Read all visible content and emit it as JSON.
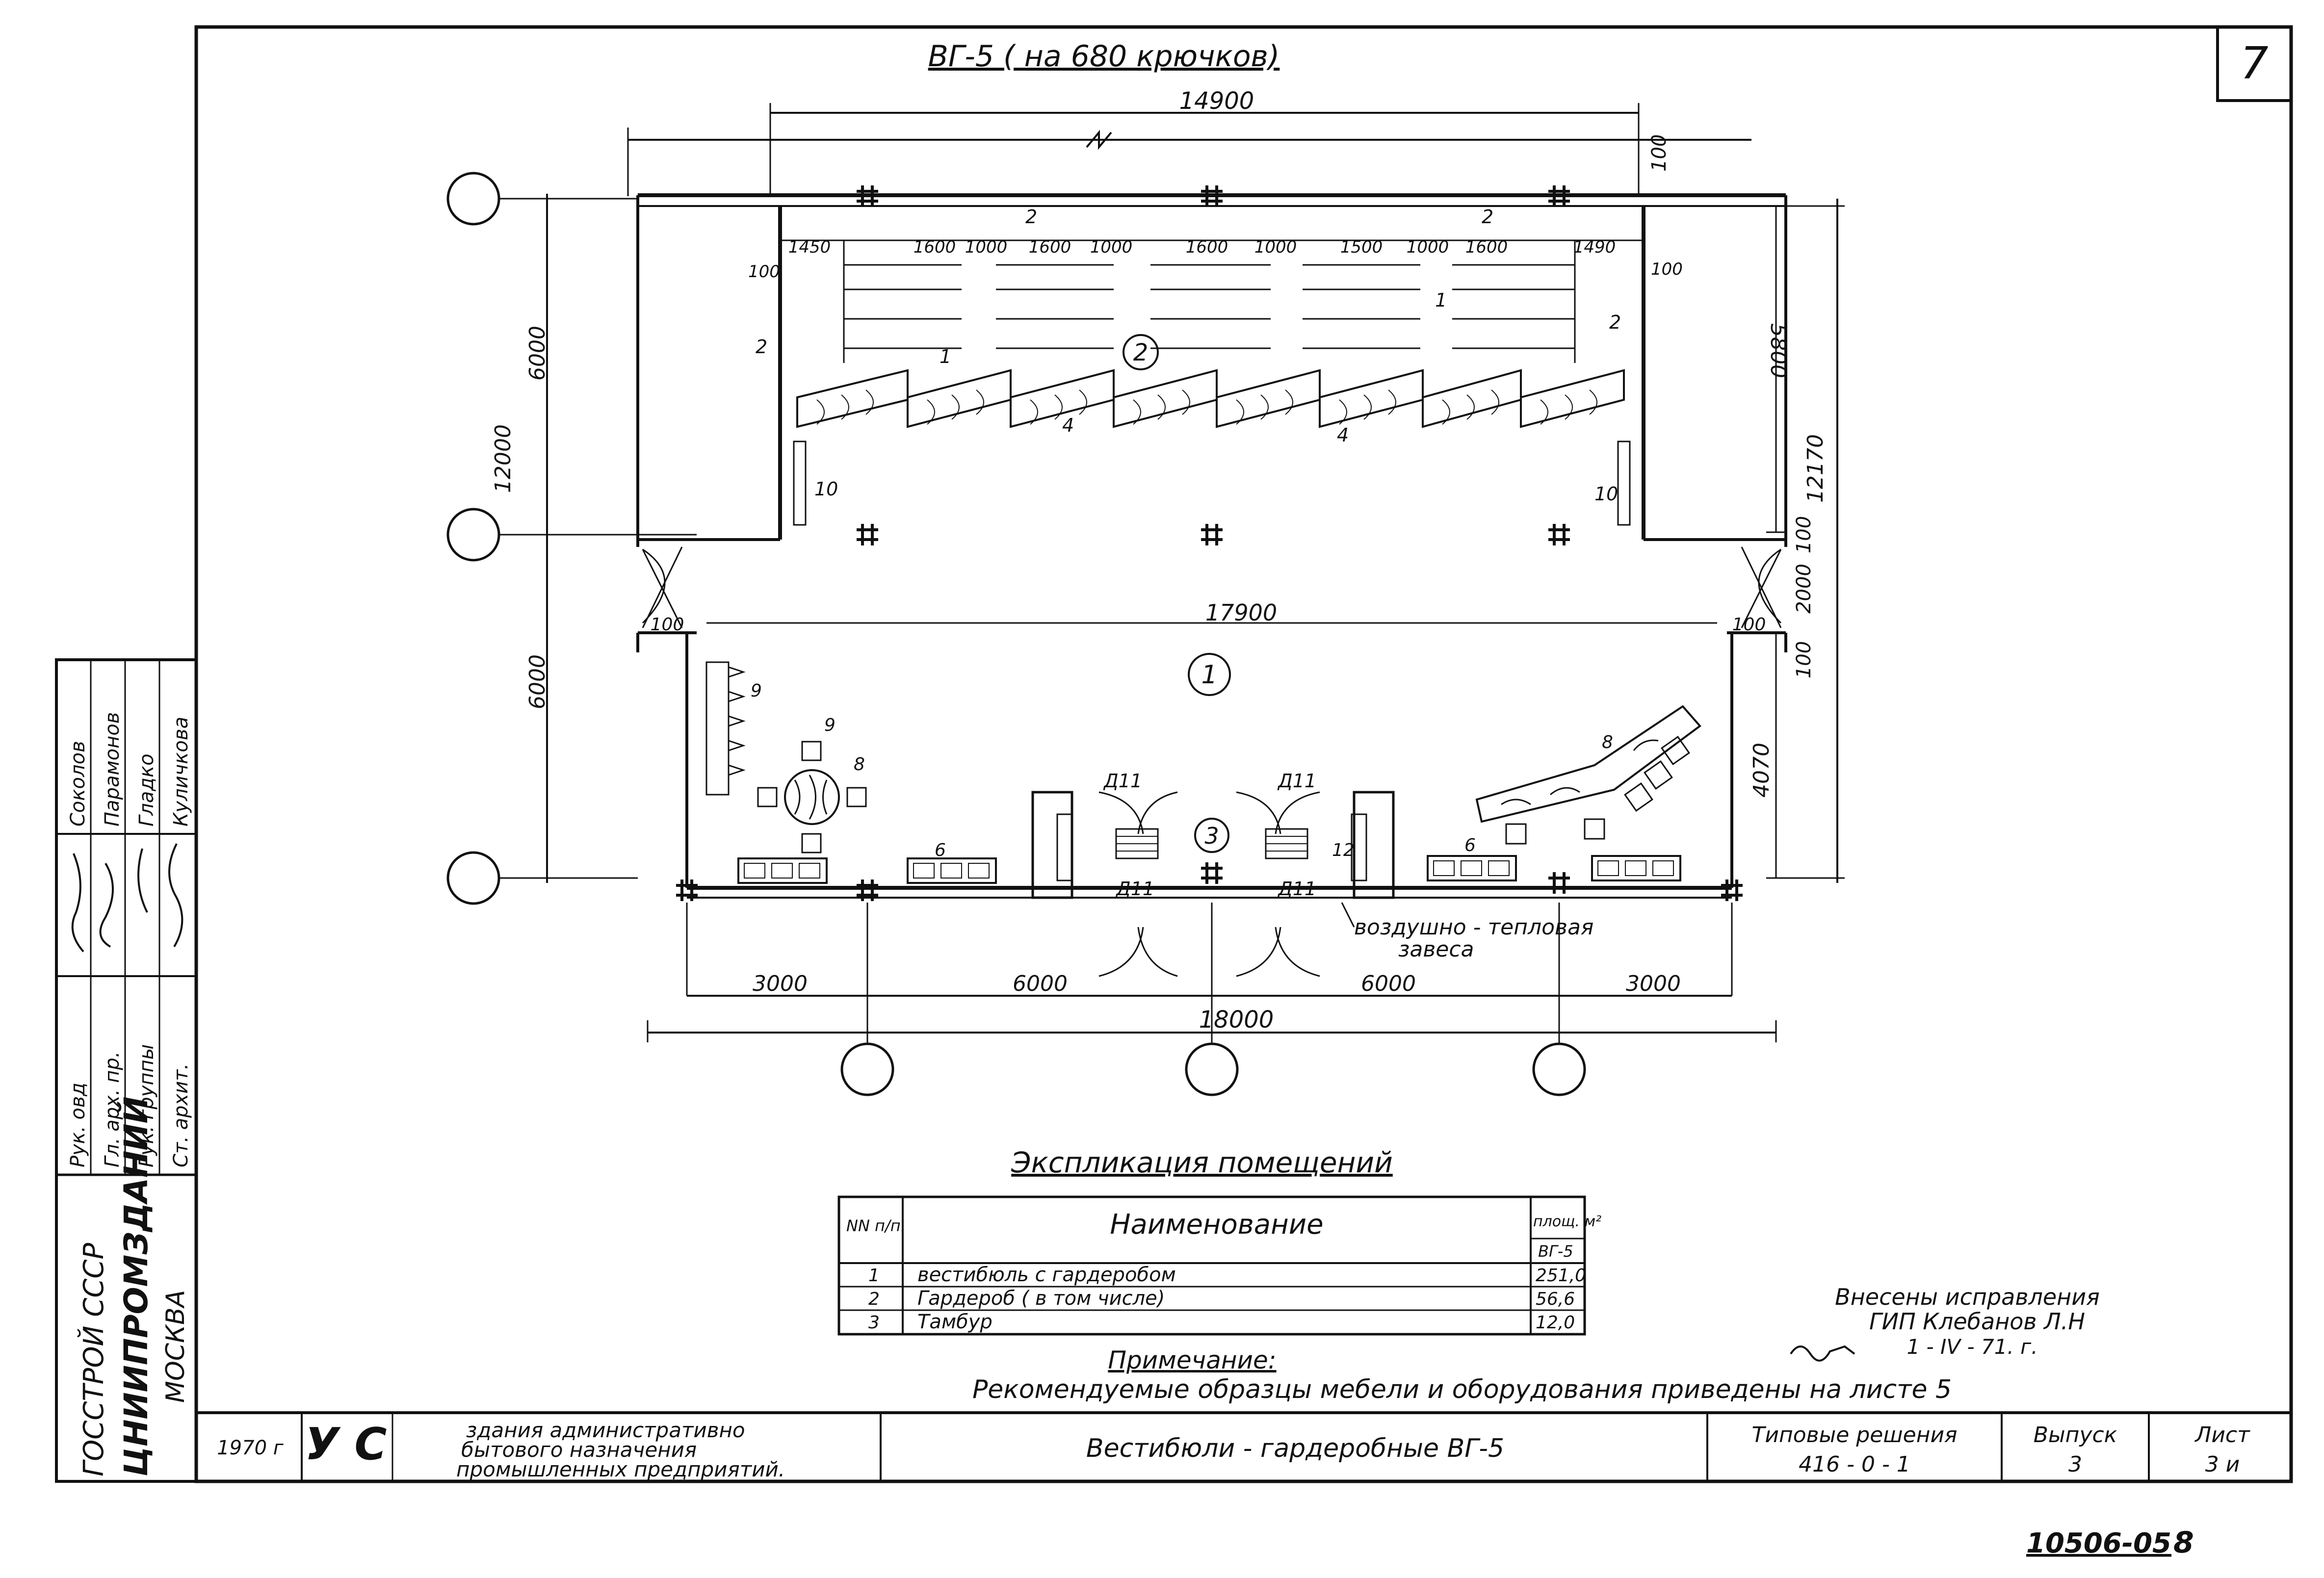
{
  "sheet_number": "7",
  "plan_title": "ВГ-5 ( на 680 крючков)",
  "dims": {
    "top_overall": "14900",
    "top_small": "100",
    "hook_row": [
      "1450",
      "1600",
      "1000",
      "1600",
      "1000",
      "1600",
      "1000",
      "1500",
      "1000",
      "1600",
      "1490"
    ],
    "left_100": "100",
    "right_100": "100",
    "left_6000_upper": "6000",
    "left_12000": "12000",
    "left_6000_lower": "6000",
    "right_5800": "5800",
    "right_12170": "12170",
    "right_100a": "100",
    "right_2000": "2000",
    "right_100b": "100",
    "right_4070": "4070",
    "mid_17900": "17900",
    "door_100_left": "100",
    "door_100_right": "100",
    "bottom_segments": [
      "3000",
      "6000",
      "6000",
      "3000"
    ],
    "bottom_overall": "18000"
  },
  "labels": {
    "n1": "1",
    "n2": "2",
    "n4": "4",
    "n6": "6",
    "n8": "8",
    "n9": "9",
    "n10": "10",
    "n12": "12",
    "d11": "Д11",
    "room1": "1",
    "room2": "2",
    "room3": "3",
    "air_curtain_1": "воздушно - тепловая",
    "air_curtain_2": "завеса"
  },
  "legend": {
    "title": "Экспликация помещений",
    "col_nn": "NN п/п.",
    "col_name": "Наименование",
    "col_area": "площ. м²",
    "col_area_sub": "ВГ-5",
    "rows": [
      {
        "n": "1",
        "name": "вестибюль с гардеробом",
        "area": "251,0"
      },
      {
        "n": "2",
        "name": "Гардероб ( в том числе)",
        "area": "56,6"
      },
      {
        "n": "3",
        "name": "Тамбур",
        "area": "12,0"
      }
    ]
  },
  "note": {
    "title": "Примечание:",
    "text": "Рекомендуемые образцы мебели и оборудования приведены на листе 5"
  },
  "corrections": {
    "line1": "Внесены исправления",
    "line2": "ГИП Клебанов Л.Н",
    "line3": "1 - IV - 71. г."
  },
  "side_stamp": {
    "org1": "ГОССТРОЙ СССР",
    "org2": "ЦНИИПРОМЗДАНИЙ",
    "org3": "МОСКВА",
    "roles": [
      "Рук. овд",
      "Гл. арх. пр.",
      "Рук. группы",
      "Ст. архит."
    ],
    "names": [
      "Соколов",
      "Парамонов",
      "Гладко",
      "Куличкова"
    ]
  },
  "title_block": {
    "year": "1970 г",
    "logo": "У С",
    "desc1": "здания административно",
    "desc2": "бытового назначения",
    "desc3": "промышленных предприятий.",
    "drawing_title": "Вестибюли - гардеробные ВГ-5",
    "typ_label": "Типовые решения",
    "typ_value": "416 - 0 - 1",
    "issue_label": "Выпуск",
    "issue_value": "3",
    "sheet_label": "Лист",
    "sheet_value": "3 и"
  },
  "archive_number": "10506-05",
  "archive_sheet": "8"
}
